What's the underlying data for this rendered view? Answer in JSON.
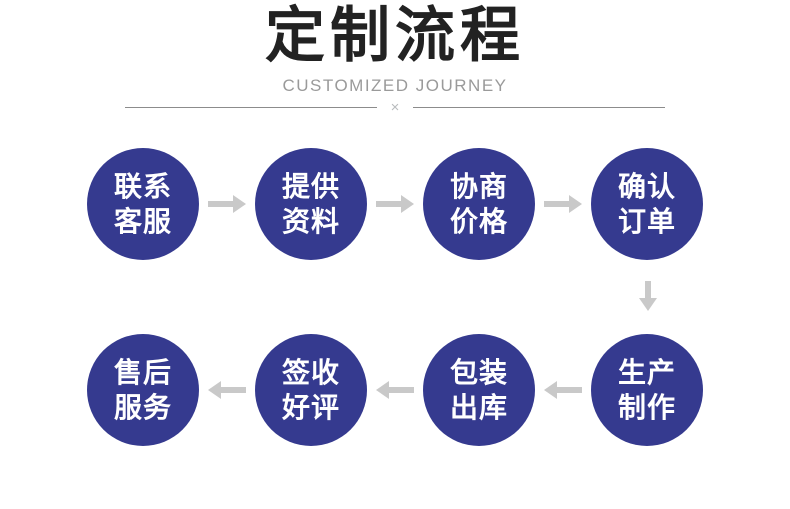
{
  "header": {
    "title": "定制流程",
    "subtitle": "CUSTOMIZED JOURNEY",
    "divider_mark": "×"
  },
  "colors": {
    "title": "#222222",
    "subtitle": "#9a9a9a",
    "divider_line": "#8c8c8c",
    "divider_mark": "#b9bcbe",
    "circle": "#353a8f",
    "circle_text": "#ffffff",
    "arrow": "#c9c9c9"
  },
  "flow": {
    "row1": [
      {
        "line1": "联系",
        "line2": "客服"
      },
      {
        "line1": "提供",
        "line2": "资料"
      },
      {
        "line1": "协商",
        "line2": "价格"
      },
      {
        "line1": "确认",
        "line2": "订单"
      }
    ],
    "row2": [
      {
        "line1": "售后",
        "line2": "服务"
      },
      {
        "line1": "签收",
        "line2": "好评"
      },
      {
        "line1": "包装",
        "line2": "出库"
      },
      {
        "line1": "生产",
        "line2": "制作"
      }
    ]
  }
}
